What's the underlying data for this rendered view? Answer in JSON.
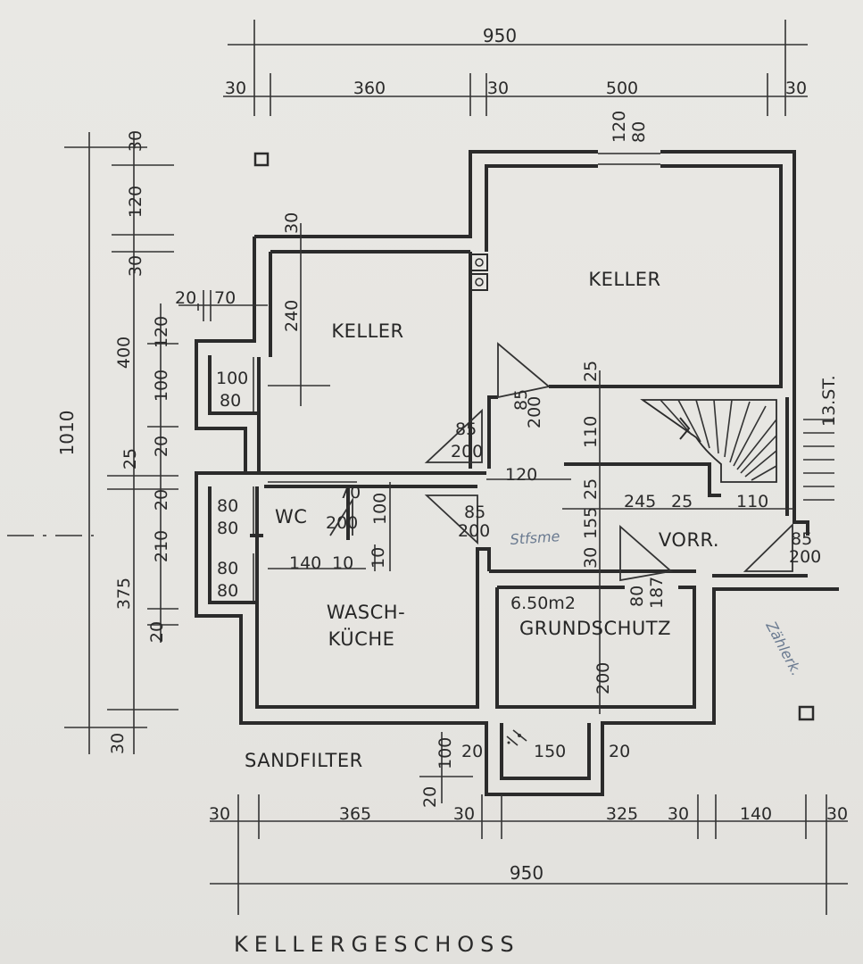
{
  "title": "KELLERGESCHOSS",
  "top_dims": {
    "overall": "950",
    "segments": [
      "30",
      "360",
      "30",
      "500",
      "30"
    ]
  },
  "bottom_dims": {
    "overall": "950",
    "segments": [
      "30",
      "365",
      "30",
      "325",
      "30",
      "140",
      "30"
    ]
  },
  "left_dims": {
    "overall": "1010",
    "outer": [
      "400",
      "375"
    ],
    "inner": [
      "30",
      "120",
      "30",
      "120",
      "100",
      "20",
      "25",
      "20",
      "210",
      "20",
      "30"
    ]
  },
  "rooms": {
    "keller_left": "KELLER",
    "keller_right": "KELLER",
    "wc": "WC",
    "wasch_1": "WASCH-",
    "wasch_2": "KÜCHE",
    "vorr": "VORR.",
    "grundschutz": "GRUNDSCHUTZ",
    "grundschutz_area": "6.50m2",
    "sandfilter": "SANDFILTER"
  },
  "labels": {
    "win_top": "120",
    "win_top2": "80",
    "d240": "240",
    "d30_top": "30",
    "d20_70a": "20",
    "d20_70b": "70",
    "win1_a": "100",
    "win1_b": "80",
    "win2_a": "80",
    "win2_b": "80",
    "win3_a": "80",
    "win3_b": "80",
    "door1_a": "85",
    "door1_b": "200",
    "door2_a": "85",
    "door2_b": "200",
    "door3_a": "85",
    "door3_b": "200",
    "door4_a": "85",
    "door4_b": "200",
    "wc_a": "70",
    "wc_b": "200",
    "wc_c": "100",
    "d140": "140",
    "d10a": "10",
    "d10b": "10",
    "d120": "120",
    "d25a": "25",
    "d110": "110",
    "d25b": "25",
    "d245": "245",
    "d25c": "25",
    "d110b": "110",
    "d155": "155",
    "d30c": "30",
    "gs_door_a": "80",
    "gs_door_b": "187",
    "d200": "200",
    "d13st": "13.ST.",
    "sf_100": "100",
    "sf_20a": "20",
    "sf_150": "150",
    "sf_20b": "20",
    "sf_20c": "20",
    "hand1": "Stfsme",
    "hand2": "Zählerk."
  }
}
